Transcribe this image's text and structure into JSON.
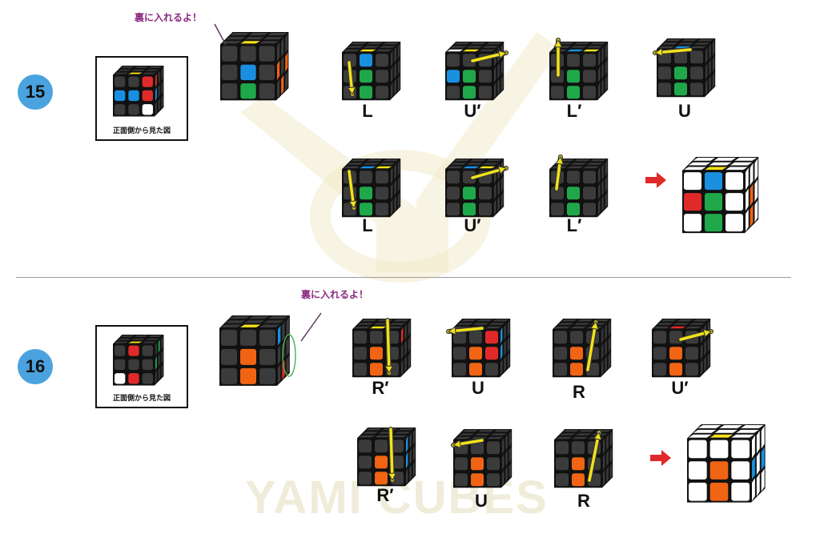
{
  "colors": {
    "face": "#3b3b3b",
    "border": "#111111",
    "yellow": "#f6e21a",
    "green": "#1fa84a",
    "blue": "#1a8fe0",
    "red": "#e02a2a",
    "orange": "#f06414",
    "white": "#ffffff",
    "arrow": "#f2e21a",
    "badge": "#4aa3df",
    "note": "#8a2a7f"
  },
  "watermark": "YAMI CUBES",
  "steps": [
    {
      "number": "15",
      "reference_caption": "正面側から見た図",
      "note": "裏に入れるよ！",
      "moves_row1": [
        "L",
        "U′",
        "L′",
        "U"
      ],
      "moves_row2": [
        "L",
        "U′",
        "L′"
      ]
    },
    {
      "number": "16",
      "reference_caption": "正面側から見た図",
      "note": "裏に入れるよ！",
      "moves_row1": [
        "R′",
        "U",
        "R",
        "U′"
      ],
      "moves_row2": [
        "R′",
        "U",
        "R"
      ]
    }
  ]
}
